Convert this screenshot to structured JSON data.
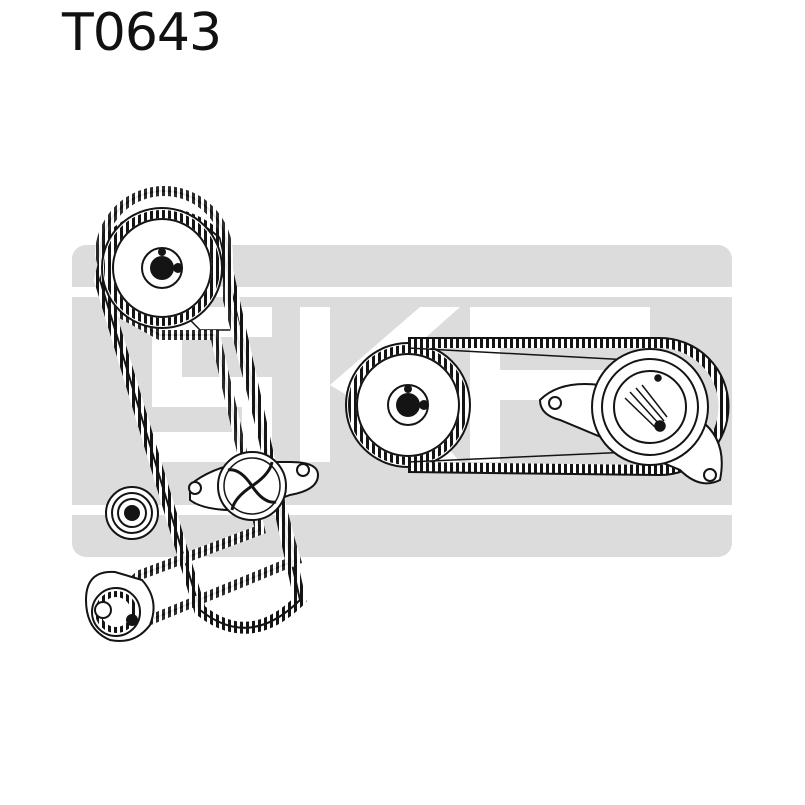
{
  "header": {
    "part_number": "T0643"
  },
  "watermark": {
    "brand": "SKF",
    "color": "#dcdcdc"
  },
  "diagram": {
    "stroke_color": "#141414",
    "components": [
      "camshaft-sprocket",
      "crankshaft-sprocket",
      "idler-pulley",
      "water-pump-pulley",
      "timing-belt",
      "auxiliary-sprocket",
      "tensioner-pulley",
      "tensioner-belt"
    ]
  }
}
